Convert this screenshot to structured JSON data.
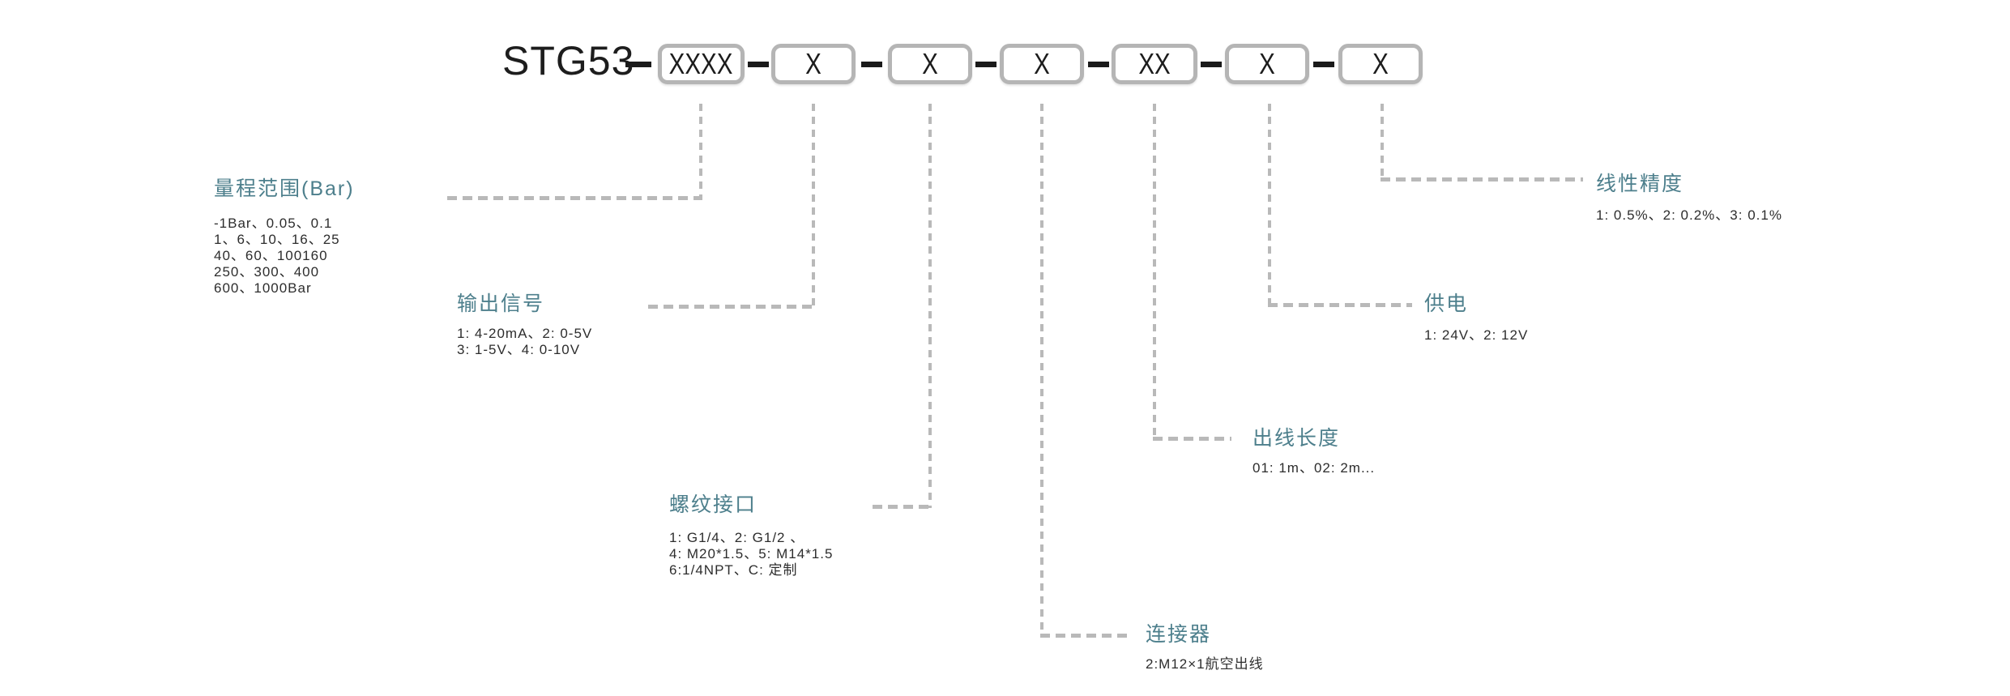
{
  "model": "STG53",
  "code_boxes": [
    "XXXX",
    "X",
    "X",
    "X",
    "XX",
    "X",
    "X"
  ],
  "colors": {
    "accent_teal": "#4d7f8c",
    "body_text": "#2d2d2d",
    "leader_line_gray": "#b9b9b9",
    "box_border_gray": "#b5b5b5",
    "connector_dash_black": "#1a1a1a"
  },
  "fields": {
    "range": {
      "label": "量程范围(Bar)",
      "lines": [
        "-1Bar、0.05、0.1",
        "1、6、10、16、25",
        "40、60、100160",
        "250、300、400",
        "600、1000Bar"
      ]
    },
    "output": {
      "label": "输出信号",
      "lines": [
        "1: 4-20mA、2: 0-5V",
        "3: 1-5V、4: 0-10V"
      ]
    },
    "thread": {
      "label": "螺纹接口",
      "lines": [
        "1: G1/4、2: G1/2 、",
        "4: M20*1.5、5: M14*1.5",
        "6:1/4NPT、C: 定制"
      ]
    },
    "connector": {
      "label": "连接器",
      "lines": [
        "2:M12×1航空出线"
      ]
    },
    "cable_length": {
      "label": "出线长度",
      "lines": [
        "01: 1m、02: 2m..."
      ]
    },
    "power": {
      "label": "供电",
      "lines": [
        "1: 24V、2: 12V"
      ]
    },
    "accuracy": {
      "label": "线性精度",
      "lines": [
        "1: 0.5%、2: 0.2%、3: 0.1%"
      ]
    }
  }
}
